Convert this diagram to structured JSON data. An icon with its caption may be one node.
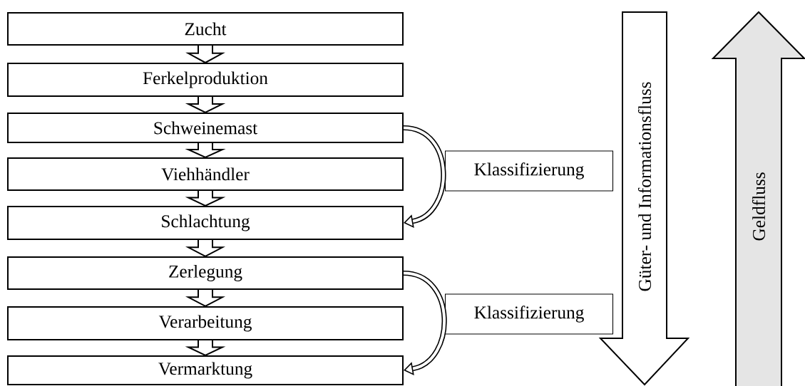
{
  "diagram": {
    "nodes": [
      {
        "text": [
          "Zucht"
        ]
      },
      {
        "text": [
          "Ferkelproduktion"
        ]
      },
      {
        "text": [
          "Schweinemast"
        ]
      },
      {
        "text": [
          "Viehhändler"
        ]
      },
      {
        "text": [
          "Schlachtung"
        ]
      },
      {
        "text": [
          "Zerlegung"
        ]
      },
      {
        "text": [
          "Verarbeitung"
        ]
      },
      {
        "text": [
          "Vermarktung"
        ]
      },
      {
        "text": [
          "Klassifizierung"
        ]
      },
      {
        "text": [
          "Klassifizierung"
        ]
      },
      {
        "text": [
          "Güter- und Informationsfluss"
        ]
      },
      {
        "text": [
          "Geldfluss"
        ]
      }
    ],
    "edges": [
      {
        "from": 0,
        "to": 1,
        "arrow": "to"
      },
      {
        "from": 1,
        "to": 2,
        "arrow": "to"
      },
      {
        "from": 2,
        "to": 3,
        "arrow": "to"
      },
      {
        "from": 3,
        "to": 4,
        "arrow": "to"
      },
      {
        "from": 4,
        "to": 5,
        "arrow": "to"
      },
      {
        "from": 5,
        "to": 6,
        "arrow": "to"
      },
      {
        "from": 6,
        "to": 7,
        "arrow": "to"
      },
      {
        "from": 2,
        "to": 4,
        "arrow": "to"
      },
      {
        "from": 5,
        "to": 7,
        "arrow": "to"
      }
    ]
  }
}
